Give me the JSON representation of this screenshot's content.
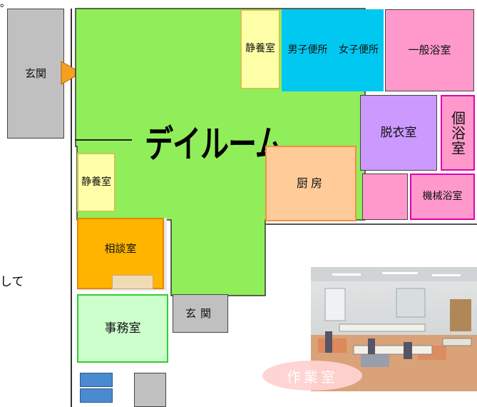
{
  "colors": {
    "green_floor": "#90EE5A",
    "yellow_room": "#FFFFA8",
    "cyan_room": "#00C8F0",
    "pink_room": "#FF99CC",
    "purple_room": "#CC99FF",
    "kitchen": "#FFCC99",
    "counsel": "#FFB400",
    "office": "#CCFFCC",
    "entrance_gray": "#C0C0C0",
    "arrow": "#F5A020"
  },
  "floor": {
    "entrance_left": "玄関",
    "day_room": "デイルーム",
    "rest_room_top": "静養室",
    "mens_toilet": "男子便所",
    "womens_toilet": "女子便所",
    "general_bath": "一般浴室",
    "changing_room": "脱衣室",
    "private_bath": "個浴室",
    "kitchen": "厨房",
    "machine_bath": "機械浴室",
    "rest_room_left": "静養室",
    "counseling_room": "相談室",
    "office": "事務室",
    "entrance_bottom": "玄関"
  },
  "fragments": {
    "top_left_char": "。",
    "side_text": "して"
  },
  "photo": {
    "caption": "作業室"
  }
}
